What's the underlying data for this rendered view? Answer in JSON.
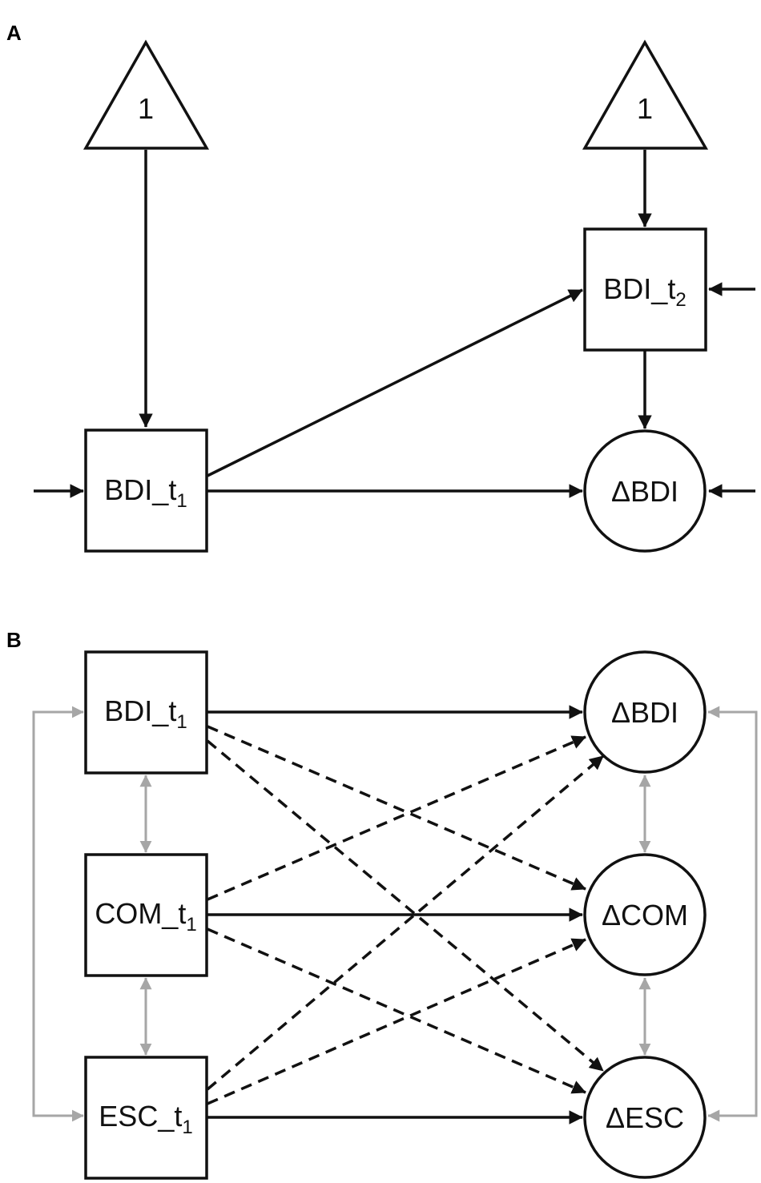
{
  "panels": {
    "a": {
      "label": "A",
      "constant_left": "1",
      "constant_right": "1",
      "bdi_t1": {
        "main": "BDI_t",
        "sub": "1"
      },
      "bdi_t2": {
        "main": "BDI_t",
        "sub": "2"
      },
      "delta_bdi": "ΔBDI"
    },
    "b": {
      "label": "B",
      "bdi_t1": {
        "main": "BDI_t",
        "sub": "1"
      },
      "com_t1": {
        "main": "COM_t",
        "sub": "1"
      },
      "esc_t1": {
        "main": "ESC_t",
        "sub": "1"
      },
      "delta_bdi": "ΔBDI",
      "delta_com": "ΔCOM",
      "delta_esc": "ΔESC"
    }
  },
  "colors": {
    "line": "#111111",
    "covariance": "#a6a6a6"
  }
}
